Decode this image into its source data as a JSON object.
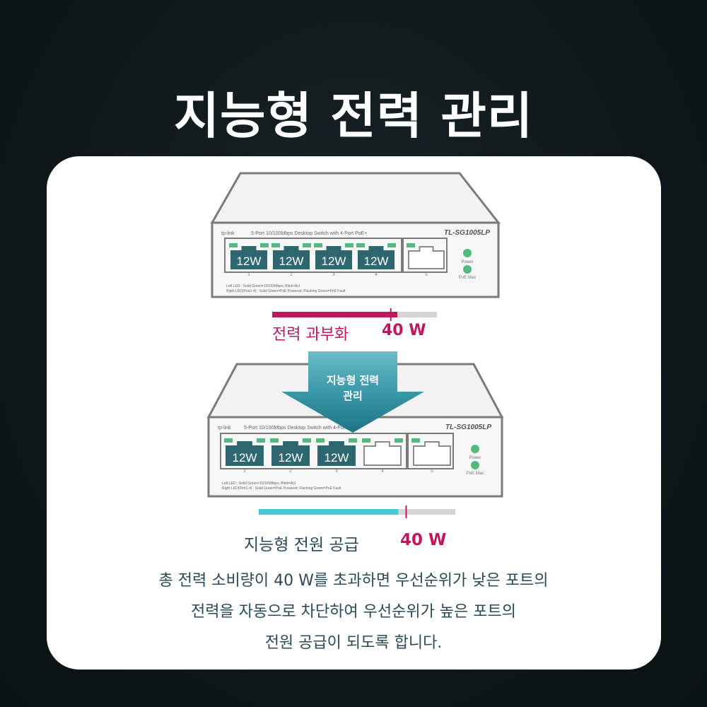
{
  "title": "지능형 전력 관리",
  "switch": {
    "brand": "tp-link",
    "description": "5-Port 10/100Mbps Desktop Switch with 4-Port PoE+",
    "model": "TL-SG1005LP",
    "led_power": "Power",
    "led_poe_max": "PoE Max",
    "legend_left": "Left LED : Solid Green=10/100Mbps, Blink=Act",
    "legend_right": "Right LED(Port1-4) : Solid Green=PoE Powered, Flashing Green=PoE Fault",
    "port_numbers": [
      "1",
      "2",
      "3",
      "4",
      "5"
    ]
  },
  "top_switch": {
    "port_labels": [
      "12W",
      "12W",
      "12W",
      "12W"
    ]
  },
  "overload": {
    "label": "전력 과부화",
    "value": "40 W",
    "fill_fraction": 0.76,
    "marker_fraction": 0.72
  },
  "arrow_label_line1": "지능형 전력",
  "arrow_label_line2": "관리",
  "bottom_switch": {
    "port_labels": [
      "12W",
      "12W",
      "12W"
    ]
  },
  "smart_supply": {
    "label": "지능형 전원 공급",
    "value": "40 W",
    "fill_fraction": 0.71,
    "marker_fraction": 0.75
  },
  "description": [
    "총 전력 소비량이 40 W를 초과하면 우선순위가 낮은 포트의",
    "전력을 자동으로 차단하여 우선순위가 높은 포트의",
    "전원 공급이 되도록 합니다."
  ],
  "colors": {
    "background": "#0f171a",
    "overload": "#c0175f",
    "smart": "#47c9d6",
    "port_fill": "#2e6770",
    "led_green": "#54b97e",
    "arrow": "#2e8a9a",
    "text": "#2b4a55"
  }
}
